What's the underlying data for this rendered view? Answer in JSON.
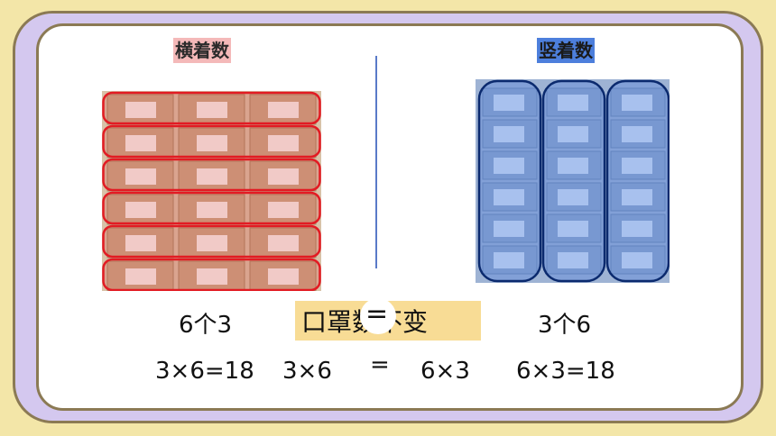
{
  "headings": {
    "left": "横着数",
    "right": "竖着数"
  },
  "captions": {
    "left_count": "6个3",
    "rule": "口罩数不变",
    "right_count": "3个6",
    "equals_bubble": "=",
    "equals_sign": "="
  },
  "equations": {
    "left": "3×6=18",
    "mid_left": "3×6",
    "mid_right": "6×3",
    "right": "6×3=18"
  },
  "colors": {
    "background": "#f3e6a8",
    "frame": "#d4c8ef",
    "border": "#8b7a54",
    "row_outline": "#e21b23",
    "column_outline": "#0b2a6e",
    "column_fill": "#4d7fdc",
    "highlight": "#f8dc95"
  }
}
